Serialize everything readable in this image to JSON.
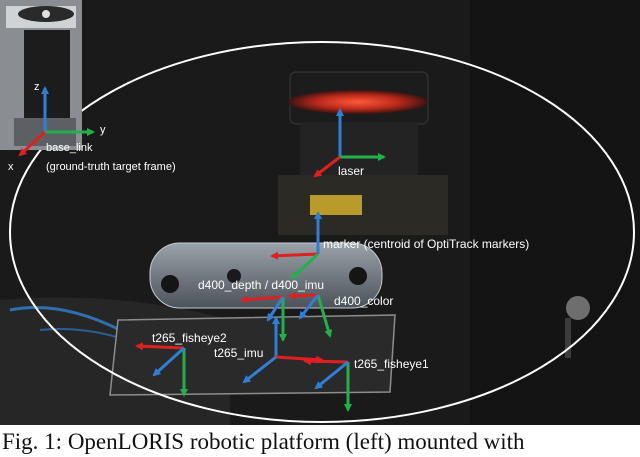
{
  "figure": {
    "caption": "Fig. 1: OpenLORIS robotic platform (left) mounted with",
    "inset_labels": {
      "axis_z": "z",
      "axis_y": "y",
      "axis_x": "x",
      "frame_name": "base_link",
      "frame_note": "(ground-truth target frame)"
    },
    "frame_labels": {
      "laser": "laser",
      "marker": "marker (centroid of OptiTrack markers)",
      "d400_depth_imu": "d400_depth / d400_imu",
      "d400_color": "d400_color",
      "t265_fisheye2": "t265_fisheye2",
      "t265_imu": "t265_imu",
      "t265_fisheye1": "t265_fisheye1"
    },
    "colors": {
      "x_axis": "#e02020",
      "y_axis": "#22b04a",
      "z_axis": "#2f7fd8",
      "ellipse": "#ffffff"
    }
  }
}
